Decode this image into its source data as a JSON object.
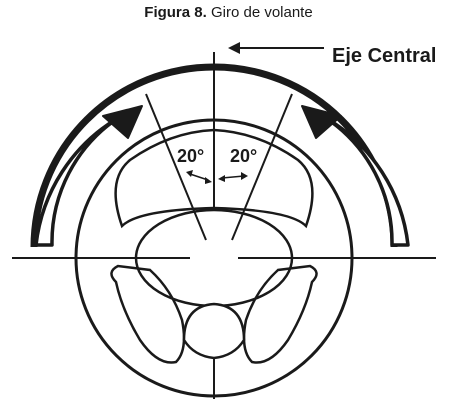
{
  "figure": {
    "label": "Figura 8.",
    "title": "Giro de volante"
  },
  "annotations": {
    "central_axis": "Eje Central",
    "left_angle": "20°",
    "right_angle": "20°"
  },
  "colors": {
    "ink": "#1a1a1a",
    "background": "#ffffff"
  }
}
